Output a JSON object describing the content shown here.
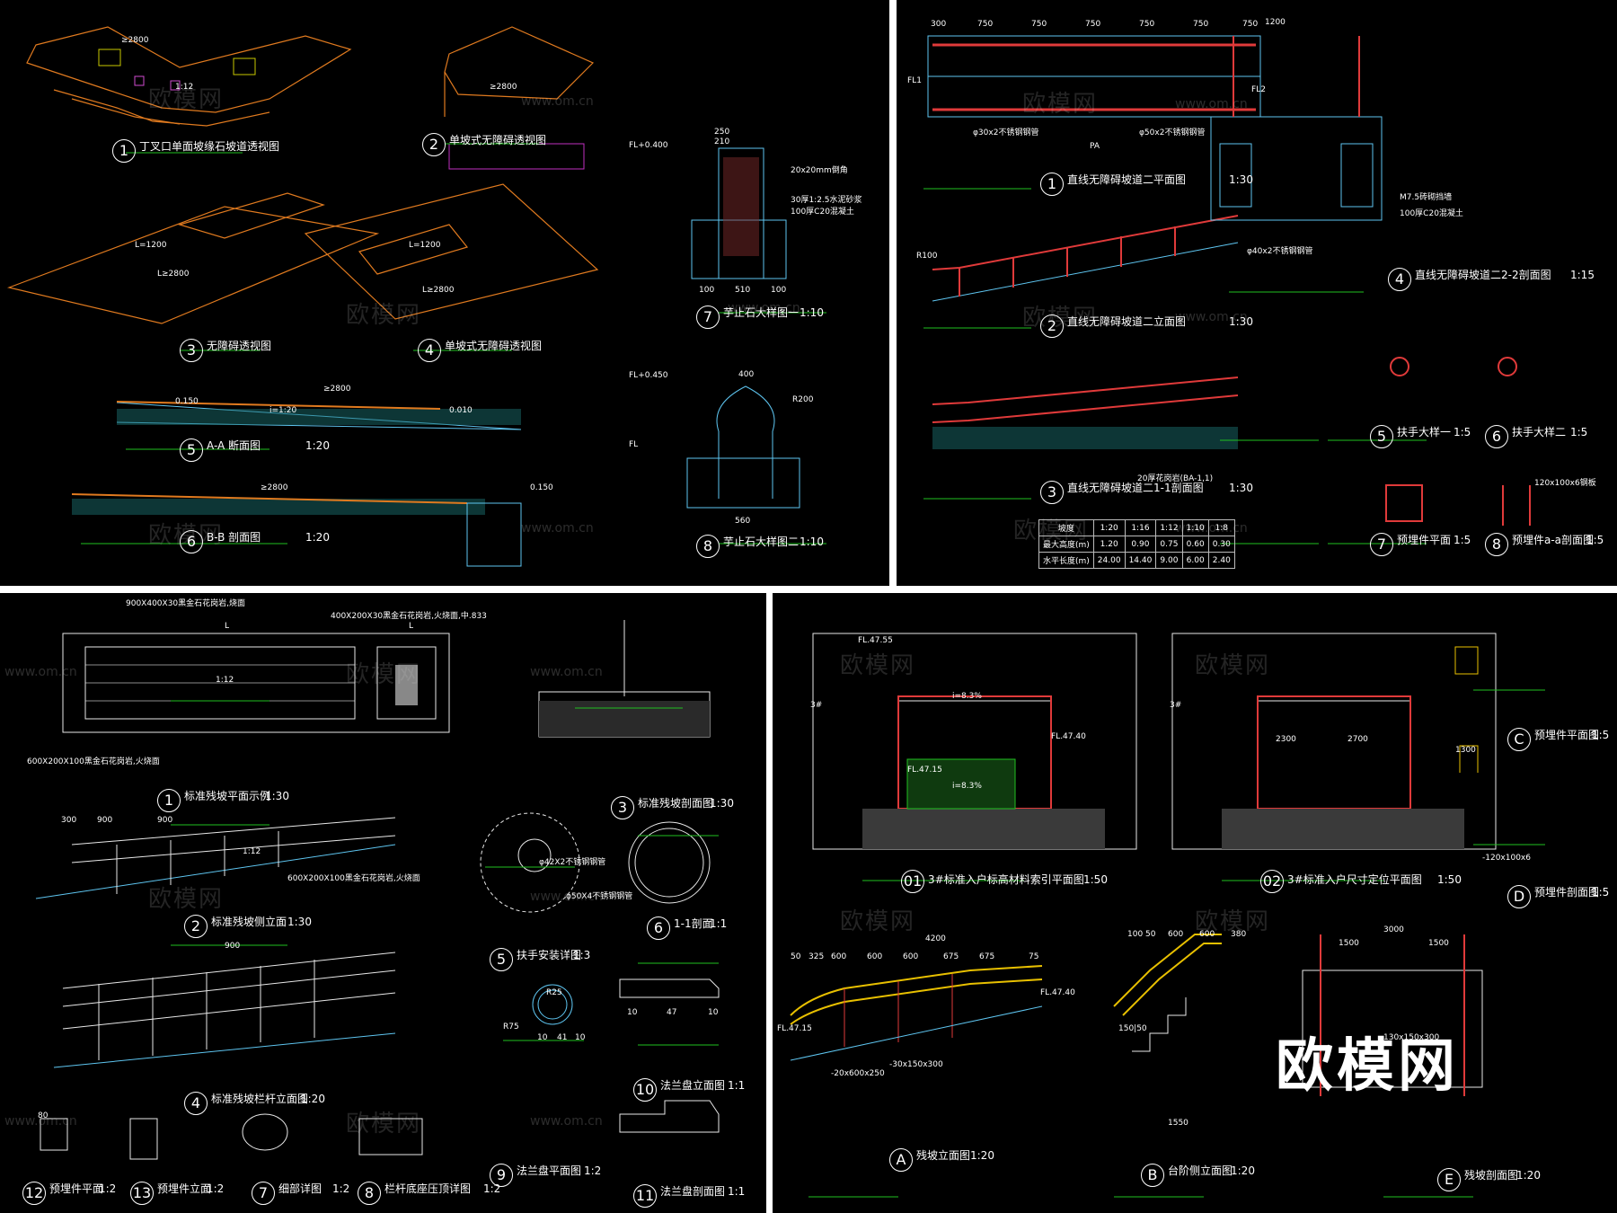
{
  "watermark": {
    "brand": "欧模网",
    "url": "www.om.cn"
  },
  "panel_tl": {
    "titles": [
      {
        "num": "1",
        "text": "丁叉口单面坡缘石坡道透视图"
      },
      {
        "num": "2",
        "text": "单坡式无障碍透视图"
      },
      {
        "num": "3",
        "text": "无障碍透视图"
      },
      {
        "num": "4",
        "text": "单坡式无障碍透视图"
      },
      {
        "num": "5",
        "text": "A-A 断面图",
        "scale": "1:20"
      },
      {
        "num": "6",
        "text": "B-B 剖面图",
        "scale": "1:20"
      },
      {
        "num": "7",
        "text": "芋止石大样图一",
        "scale": "1:10"
      },
      {
        "num": "8",
        "text": "芋止石大样图二",
        "scale": "1:10"
      }
    ],
    "dims": [
      "≥2800",
      "1:12",
      "≥2800",
      "L=1200",
      "L=1200",
      "L≥2800",
      "L≥2800",
      "≥2800",
      "i=1:20",
      "0.010",
      "0.150",
      "≥2800",
      "0.150",
      "250",
      "210",
      "20x20mm倒角",
      "30厚1:2.5水泥砂浆",
      "100厚C20混凝土",
      "100",
      "510",
      "100",
      "400",
      "R200",
      "560",
      "FL+0.400",
      "FL+0.450",
      "FL"
    ]
  },
  "panel_tr": {
    "titles": [
      {
        "num": "1",
        "text": "直线无障碍坡道二平面图",
        "scale": "1:30"
      },
      {
        "num": "2",
        "text": "直线无障碍坡道二立面图",
        "scale": "1:30"
      },
      {
        "num": "3",
        "text": "直线无障碍坡道二1-1剖面图",
        "scale": "1:30"
      },
      {
        "num": "4",
        "text": "直线无障碍坡道二2-2剖面图",
        "scale": "1:15"
      },
      {
        "num": "5",
        "text": "扶手大样一",
        "scale": "1:5"
      },
      {
        "num": "6",
        "text": "扶手大样二",
        "scale": "1:5"
      },
      {
        "num": "7",
        "text": "预埋件平面",
        "scale": "1:5"
      },
      {
        "num": "8",
        "text": "预埋件a-a剖面图",
        "scale": "1:5"
      }
    ],
    "dims": [
      "300",
      "750",
      "750",
      "750",
      "750",
      "750",
      "750",
      "φ30x2不锈钢钢管",
      "φ50x2不锈钢钢管",
      "φ40x2不锈钢钢管",
      "FL1",
      "FL2",
      "PA",
      "1200",
      "R100",
      "20厚花岗岩(BA-1,1)",
      "M7.5砖砌挡墙",
      "100厚C20混凝土",
      "120x100x6钢板"
    ],
    "table": {
      "rows": [
        [
          "坡度",
          "1:20",
          "1:16",
          "1:12",
          "1:10",
          "1:8"
        ],
        [
          "最大高度(m)",
          "1.20",
          "0.90",
          "0.75",
          "0.60",
          "0.30"
        ],
        [
          "水平长度(m)",
          "24.00",
          "14.40",
          "9.00",
          "6.00",
          "2.40"
        ]
      ]
    }
  },
  "panel_bl": {
    "titles": [
      {
        "num": "1",
        "text": "标准残坡平面示例",
        "scale": "1:30"
      },
      {
        "num": "2",
        "text": "标准残坡侧立面",
        "scale": "1:30"
      },
      {
        "num": "3",
        "text": "标准残坡剖面图",
        "scale": "1:30"
      },
      {
        "num": "4",
        "text": "标准残坡栏杆立面图",
        "scale": "1:20"
      },
      {
        "num": "5",
        "text": "扶手安装详图",
        "scale": "1:3"
      },
      {
        "num": "6",
        "text": "1-1剖面",
        "scale": "1:1"
      },
      {
        "num": "7",
        "text": "细部详图",
        "scale": "1:2"
      },
      {
        "num": "8",
        "text": "栏杆底座压顶详图",
        "scale": "1:2"
      },
      {
        "num": "9",
        "text": "法兰盘平面图",
        "scale": "1:2"
      },
      {
        "num": "10",
        "text": "法兰盘立面图",
        "scale": "1:1"
      },
      {
        "num": "11",
        "text": "法兰盘剖面图",
        "scale": "1:1"
      },
      {
        "num": "12",
        "text": "预埋件平面",
        "scale": "1:2"
      },
      {
        "num": "13",
        "text": "预埋件立面",
        "scale": "1:2"
      }
    ],
    "dims": [
      "900X400X30黑金石花岗岩,烧面",
      "400X200X30黑金石花岗岩,火烧面,中.833",
      "L",
      "L",
      "1:12",
      "600X200X100黑金石花岗岩,火烧面",
      "300",
      "900",
      "900",
      "900",
      "1:12",
      "600X200X100黑金石花岗岩,火烧面",
      "φ42X2不锈钢钢管",
      "φ50X4不锈钢钢管",
      "R75",
      "R25",
      "80",
      "10",
      "47",
      "10",
      "10",
      "41",
      "10"
    ]
  },
  "panel_br": {
    "titles": [
      {
        "num": "01",
        "text": "3#标准入户标高材料索引平面图",
        "scale": "1:50"
      },
      {
        "num": "02",
        "text": "3#标准入户尺寸定位平面图",
        "scale": "1:50"
      },
      {
        "num": "C",
        "text": "预埋件平面图",
        "scale": "1:5"
      },
      {
        "num": "D",
        "text": "预埋件剖面图",
        "scale": "1:5"
      },
      {
        "num": "A",
        "text": "残坡立面图",
        "scale": "1:20"
      },
      {
        "num": "B",
        "text": "台阶侧立面图",
        "scale": "1:20"
      },
      {
        "num": "E",
        "text": "残坡剖面图",
        "scale": "1:20"
      }
    ],
    "dims": [
      "FL.47.55",
      "FL.47.40",
      "FL.47.15",
      "i=8.3%",
      "i=8.3%",
      "3#",
      "3#",
      "2300",
      "2700",
      "1300",
      "4200",
      "50",
      "325",
      "600",
      "600",
      "600",
      "675",
      "675",
      "75",
      "3000",
      "1500",
      "1500",
      "1550",
      "100",
      "50",
      "600",
      "600",
      "380",
      "FL.47.15",
      "FL.47.40",
      "-30x150x300",
      "-20x600x250",
      "150|50",
      "130x150x300",
      "-120x100x6"
    ]
  }
}
